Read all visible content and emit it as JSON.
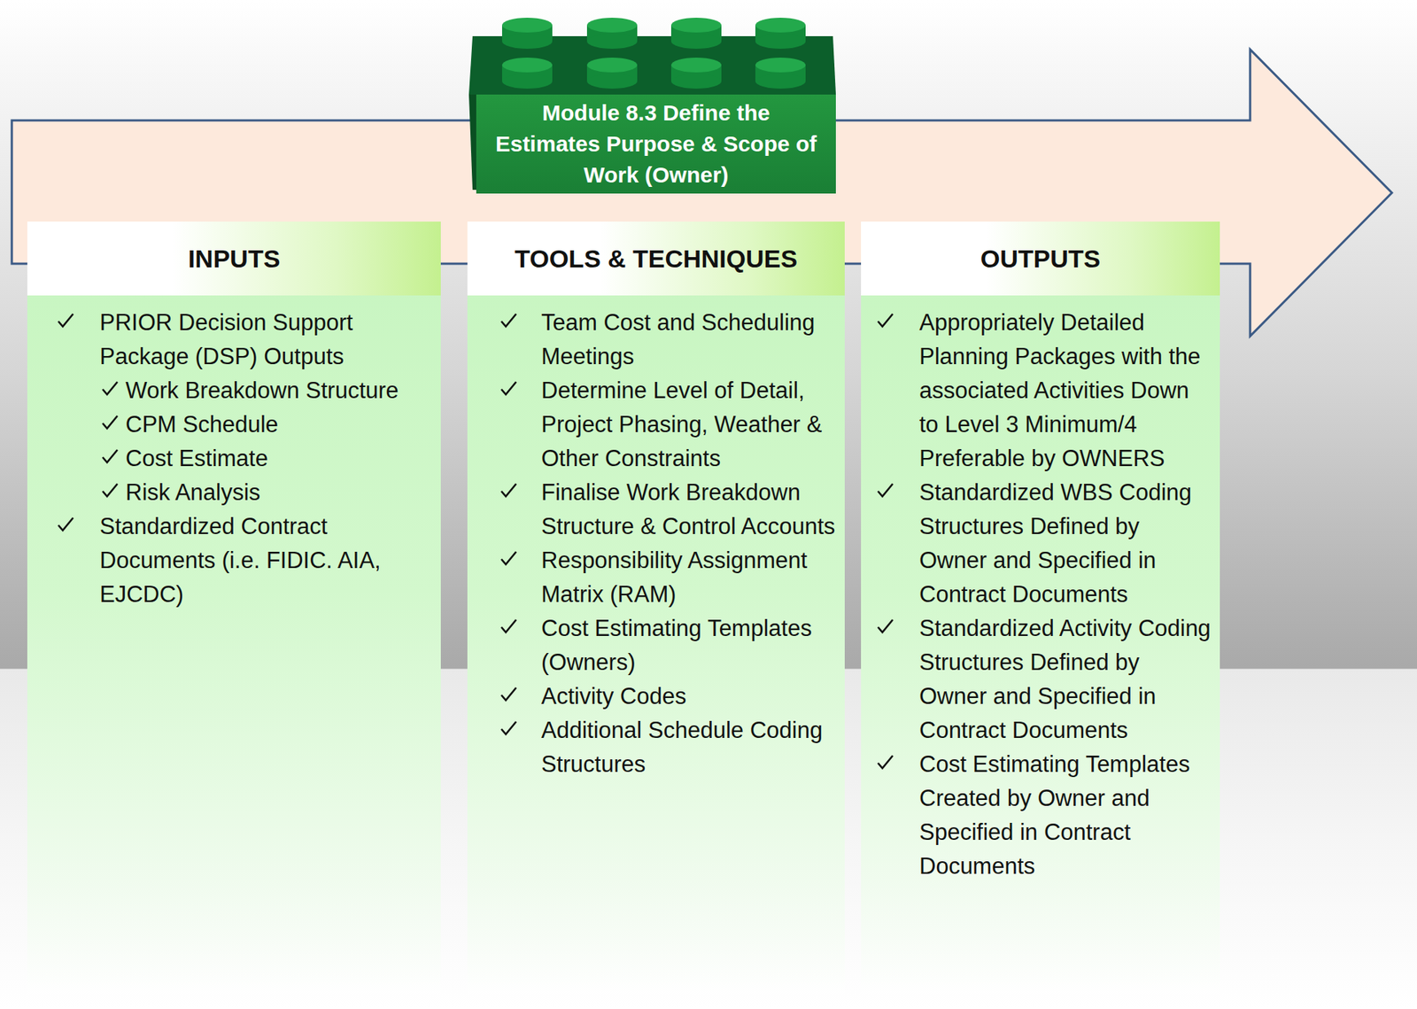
{
  "diagram": {
    "nodes": [
      {
        "text": [
          "Module 8.3 Define the Estimates Purpose & Scope of Work (Owner)"
        ]
      },
      {
        "text": [
          "INPUTS",
          "PRIOR Decision Support Package (DSP) Outputs",
          "Work Breakdown Structure",
          "CPM Schedule",
          "Cost Estimate",
          "Risk Analysis",
          "Standardized Contract Documents (i.e. FIDIC. AIA, EJCDC)"
        ]
      },
      {
        "text": [
          "TOOLS & TECHNIQUES",
          "Team Cost and Scheduling Meetings",
          "Determine Level of Detail, Project Phasing, Weather & Other Constraints",
          "Finalise Work Breakdown Structure & Control Accounts",
          "Responsibility Assignment Matrix (RAM)",
          "Cost Estimating Templates (Owners)",
          "Activity Codes",
          "Additional Schedule Coding Structures"
        ]
      },
      {
        "text": [
          "OUTPUTS",
          "Appropriately Detailed Planning Packages with the associated Activities Down to Level 3 Minimum/4 Preferable by OWNERS",
          "Standardized WBS Coding Structures Defined by Owner and Specified in Contract Documents",
          "Standardized Activity Coding Structures Defined by Owner and Specified in Contract Documents",
          "Cost Estimating Templates Created by Owner and Specified in Contract Documents"
        ]
      }
    ]
  }
}
